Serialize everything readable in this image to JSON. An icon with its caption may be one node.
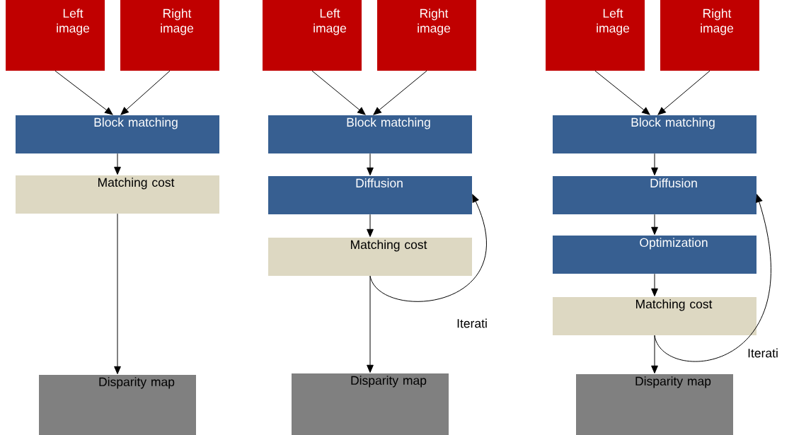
{
  "diagram": {
    "nodes": [
      {
        "text": [
          "Left image"
        ]
      },
      {
        "text": [
          "Right image"
        ]
      },
      {
        "text": [
          "Block matching"
        ]
      },
      {
        "text": [
          "Matching cost"
        ]
      },
      {
        "text": [
          "Disparity map"
        ]
      },
      {
        "text": [
          "Left image"
        ]
      },
      {
        "text": [
          "Right image"
        ]
      },
      {
        "text": [
          "Block matching"
        ]
      },
      {
        "text": [
          "Diffusion"
        ]
      },
      {
        "text": [
          "Matching cost"
        ]
      },
      {
        "text": [
          "Disparity map"
        ]
      },
      {
        "text": [
          "Left image"
        ]
      },
      {
        "text": [
          "Right image"
        ]
      },
      {
        "text": [
          "Block matching"
        ]
      },
      {
        "text": [
          "Diffusion"
        ]
      },
      {
        "text": [
          "Optimization"
        ]
      },
      {
        "text": [
          "Matching cost"
        ]
      },
      {
        "text": [
          "Disparity map"
        ]
      }
    ],
    "edges": [
      {
        "from": 0,
        "to": 2,
        "arrow": "to"
      },
      {
        "from": 1,
        "to": 2,
        "arrow": "to"
      },
      {
        "from": 2,
        "to": 3,
        "arrow": "to"
      },
      {
        "from": 3,
        "to": 4,
        "arrow": "to"
      },
      {
        "from": 5,
        "to": 7,
        "arrow": "to"
      },
      {
        "from": 6,
        "to": 7,
        "arrow": "to"
      },
      {
        "from": 7,
        "to": 8,
        "arrow": "to"
      },
      {
        "from": 8,
        "to": 9,
        "arrow": "to"
      },
      {
        "from": 9,
        "to": 10,
        "arrow": "to"
      },
      {
        "from": 9,
        "to": 8,
        "arrow": "to",
        "label": "Iterati"
      },
      {
        "from": 11,
        "to": 13,
        "arrow": "to"
      },
      {
        "from": 12,
        "to": 13,
        "arrow": "to"
      },
      {
        "from": 13,
        "to": 14,
        "arrow": "to"
      },
      {
        "from": 14,
        "to": 15,
        "arrow": "to"
      },
      {
        "from": 15,
        "to": 16,
        "arrow": "to"
      },
      {
        "from": 16,
        "to": 17,
        "arrow": "to"
      },
      {
        "from": 16,
        "to": 14,
        "arrow": "to",
        "label": "Iterati"
      }
    ]
  }
}
